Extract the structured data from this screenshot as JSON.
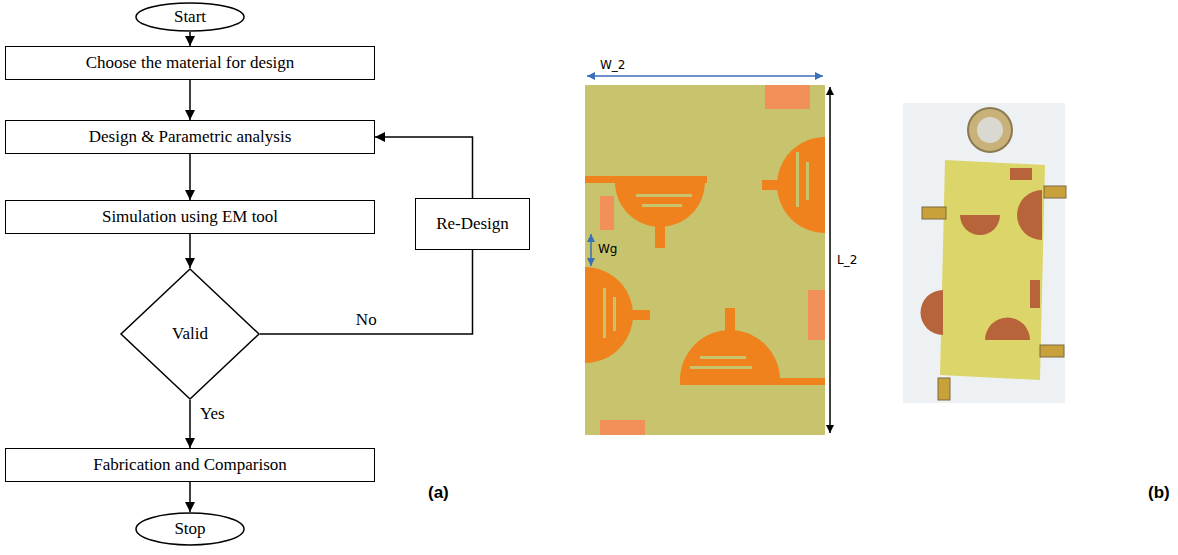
{
  "diagram": {
    "nodes": [
      {
        "text": [
          "Start"
        ]
      },
      {
        "text": [
          "Choose the material for design"
        ]
      },
      {
        "text": [
          "Design & Parametric analysis"
        ]
      },
      {
        "text": [
          "Simulation using EM tool"
        ]
      },
      {
        "text": [
          "Valid"
        ]
      },
      {
        "text": [
          "Re-Design"
        ]
      },
      {
        "text": [
          "Fabrication and Comparison"
        ]
      },
      {
        "text": [
          "Stop"
        ]
      }
    ],
    "edges": [
      {
        "from": 0,
        "to": 1,
        "arrow": "to"
      },
      {
        "from": 1,
        "to": 2,
        "arrow": "to"
      },
      {
        "from": 2,
        "to": 3,
        "arrow": "to"
      },
      {
        "from": 3,
        "to": 4,
        "arrow": "to"
      },
      {
        "from": 4,
        "to": 5,
        "label": "No",
        "arrow": "none"
      },
      {
        "from": 5,
        "to": 2,
        "arrow": "to"
      },
      {
        "from": 4,
        "to": 6,
        "label": "Yes",
        "arrow": "to"
      },
      {
        "from": 6,
        "to": 7,
        "arrow": "to"
      }
    ],
    "labels": [
      "(a)",
      "W_2",
      "L_2",
      "Wg",
      "(b)"
    ]
  }
}
